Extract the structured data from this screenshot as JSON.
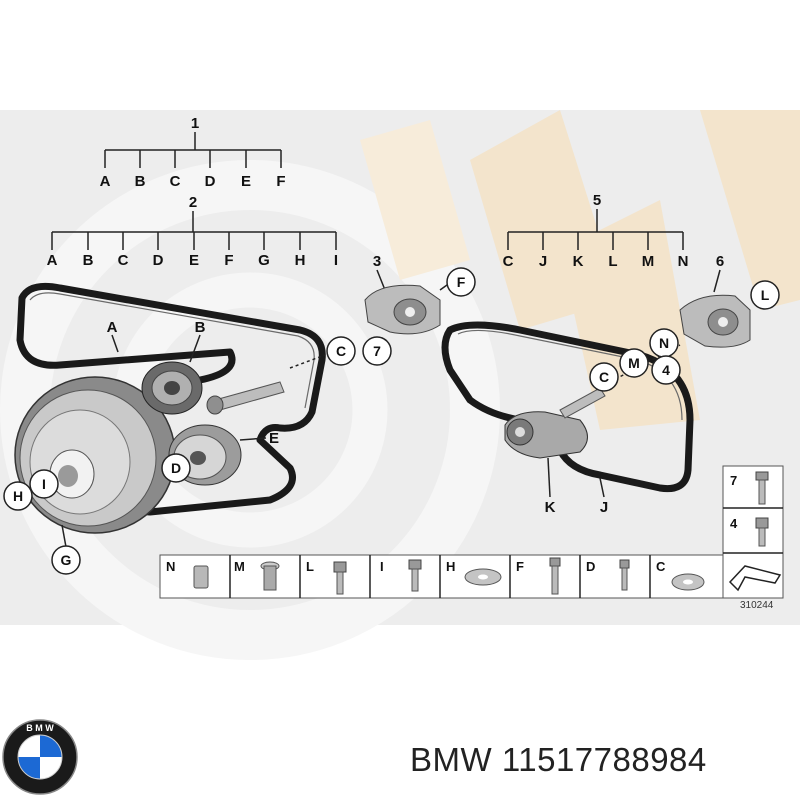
{
  "brand_colors": {
    "blue": "#1c69d4",
    "dark": "#1a1a1a",
    "watermark": "#f6ead6"
  },
  "groups": [
    {
      "label": "1",
      "items": [
        "A",
        "B",
        "C",
        "D",
        "E",
        "F"
      ]
    },
    {
      "label": "2",
      "items": [
        "A",
        "B",
        "C",
        "D",
        "E",
        "F",
        "G",
        "H",
        "I"
      ]
    },
    {
      "label": "5",
      "items": [
        "C",
        "J",
        "K",
        "L",
        "M",
        "N"
      ]
    }
  ],
  "callouts": {
    "part_3": "3",
    "part_6": "6",
    "left_belt": {
      "A": "A",
      "B": "B",
      "C": "C",
      "D": "D",
      "E": "E",
      "G": "G",
      "H": "H",
      "I": "I",
      "F": "F",
      "seven": "7"
    },
    "right_belt": {
      "C": "C",
      "J": "J",
      "K": "K",
      "L": "L",
      "M": "M",
      "N": "N",
      "four": "4"
    }
  },
  "parts_legend": [
    "N",
    "M",
    "L",
    "I",
    "H",
    "F",
    "D",
    "C"
  ],
  "side_legend": [
    "7",
    "4"
  ],
  "diagram_number": "310244",
  "logo_text": "B M W",
  "caption": {
    "brand": "BMW",
    "part_number": "11517788984"
  }
}
